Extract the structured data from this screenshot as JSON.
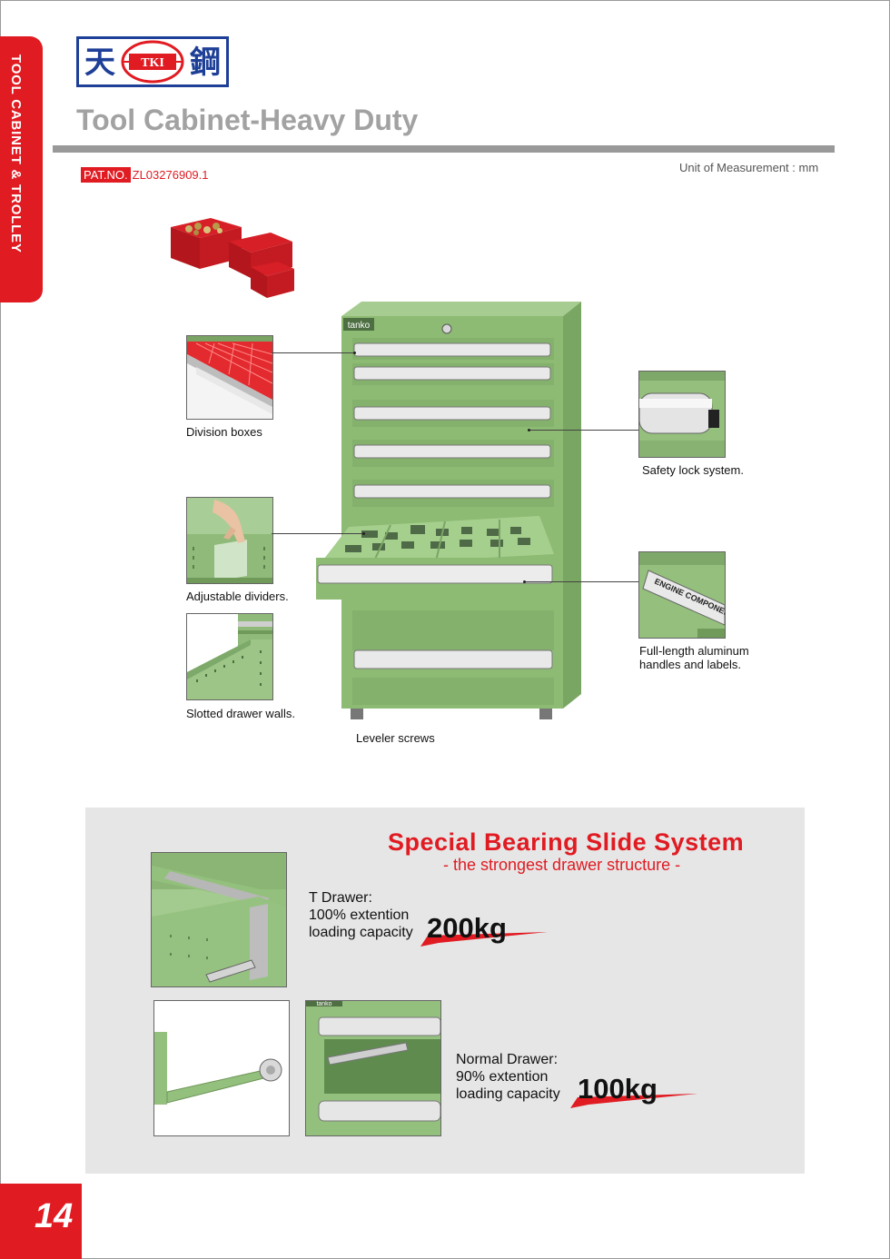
{
  "side_tab": {
    "text": "TOOL CABINET & TROLLEY"
  },
  "logo": {
    "char_left": "天",
    "char_mid": "TKI",
    "char_right": "鋼"
  },
  "title": "Tool Cabinet-Heavy Duty",
  "pat": {
    "label": "PAT.NO.",
    "number": "ZL03276909.1"
  },
  "unit": "Unit of Measurement : mm",
  "cabinet_brand": "tanko",
  "features": {
    "division_boxes": "Division boxes",
    "adjustable_dividers": "Adjustable dividers.",
    "slotted_walls": "Slotted drawer walls.",
    "leveler_screws": "Leveler screws",
    "safety_lock": "Safety lock system.",
    "handles_line1": "Full-length aluminum",
    "handles_line2": "handles and labels.",
    "label_text": "ENGINE COMPONENTS"
  },
  "slide_system": {
    "title": "Special Bearing Slide System",
    "subtitle": "- the strongest drawer structure -",
    "t_drawer": {
      "line1": "T Drawer:",
      "line2": "100% extention",
      "line3": "loading capacity",
      "capacity": "200kg"
    },
    "normal_drawer": {
      "line1": "Normal Drawer:",
      "line2": "90% extention",
      "line3": "loading capacity",
      "capacity": "100kg"
    },
    "photo_brand": "tanko"
  },
  "page_number": "14",
  "colors": {
    "accent": "#e01b22",
    "cabinet_green": "#8dbb74",
    "panel_grey": "#e6e6e6"
  }
}
